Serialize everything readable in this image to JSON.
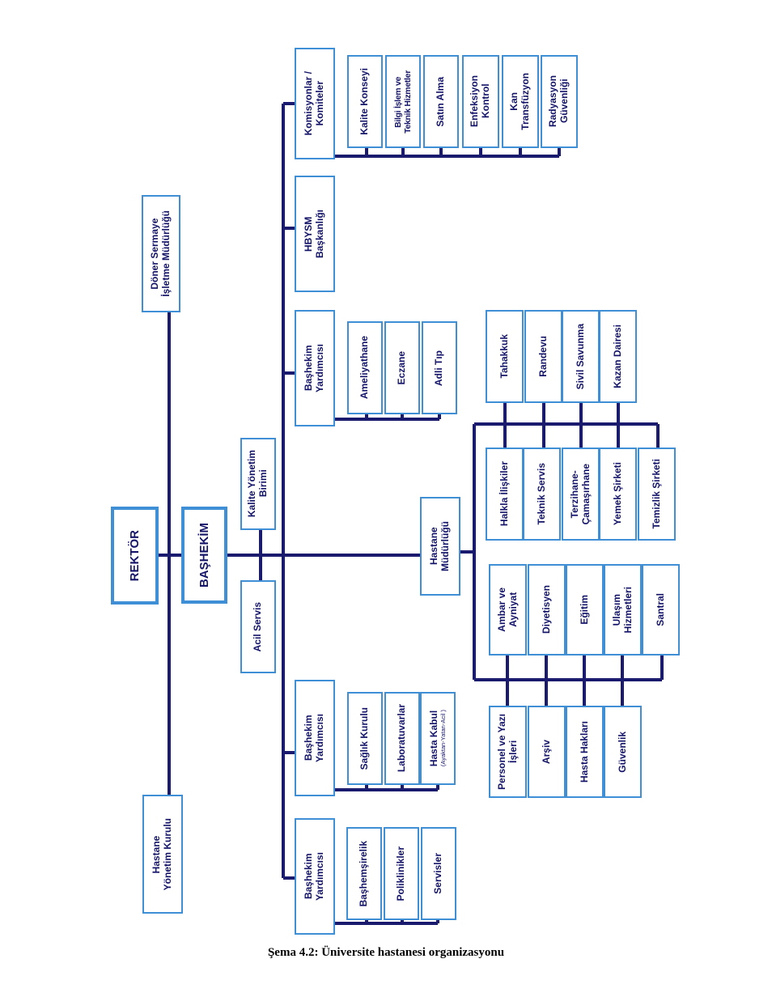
{
  "colors": {
    "box_border": "#3f8fd6",
    "connector": "#1a1a6e",
    "text": "#14146a"
  },
  "caption": "Şema 4.2: Üniversite hastanesi organizasyonu",
  "nodes": {
    "rektor": "REKTÖR",
    "doner": "Döner Sermaye\nİşletme Müdürlüğü",
    "hyk": "Hastane\nYönetim Kurulu",
    "bashekim": "BAŞHEKİM",
    "kalite_yonetim": "Kalite Yönetim\nBirimi",
    "acil_servis": "Acil Servis",
    "komisyonlar": "Komisyonlar /\nKomiteler",
    "kalite_konseyi": "Kalite Konseyi",
    "bilgi_islem": "Bilgi İşlem ve\nTeknik Hizmetler",
    "satin_alma": "Satın Alma",
    "enfeksiyon": "Enfeksiyon\nKontrol",
    "kan": "Kan\nTransfüzyon",
    "radyasyon": "Radyasyon\nGüvenliği",
    "hbysm": "HBYSM\nBaşkanlığı",
    "by1": "Başhekim\nYardımcısı",
    "ameliyathane": "Ameliyathane",
    "eczane": "Eczane",
    "adli_tip": "Adli Tıp",
    "by2": "Başhekim\nYardımcısı",
    "saglik_kurulu": "Sağlık Kurulu",
    "laboratuvarlar": "Laboratuvarlar",
    "hasta_kabul": "Hasta Kabul",
    "hasta_kabul_sub": "(Ayaktan-Yatan-Acil )",
    "by3": "Başhekim\nYardımcısı",
    "bashemsirelik": "Başhemşirelik",
    "poliklinikler": "Poliklinikler",
    "servisler": "Servisler",
    "mudurluk": "Hastane\nMüdürlüğü",
    "tahakkuk": "Tahakkuk",
    "randevu": "Randevu",
    "sivil_savunma": "Sivil Savunma",
    "kazan_dairesi": "Kazan Dairesi",
    "halkla": "Halkla İlişkiler",
    "teknik_servis": "Teknik Servis",
    "terzihane": "Terzihane-\nÇamaşırhane",
    "yemek": "Yemek Şirketi",
    "temizlik": "Temizlik Şirketi",
    "ambar": "Ambar ve\nAyniyat",
    "diyetisyen": "Diyetisyen",
    "egitim": "Eğitim",
    "ulasim": "Ulaşım\nHizmetleri",
    "santral": "Santral",
    "personel": "Personel ve Yazı\nİşleri",
    "arsiv": "Arşiv",
    "hasta_haklari": "Hasta Hakları",
    "guvenlik": "Güvenlik"
  }
}
